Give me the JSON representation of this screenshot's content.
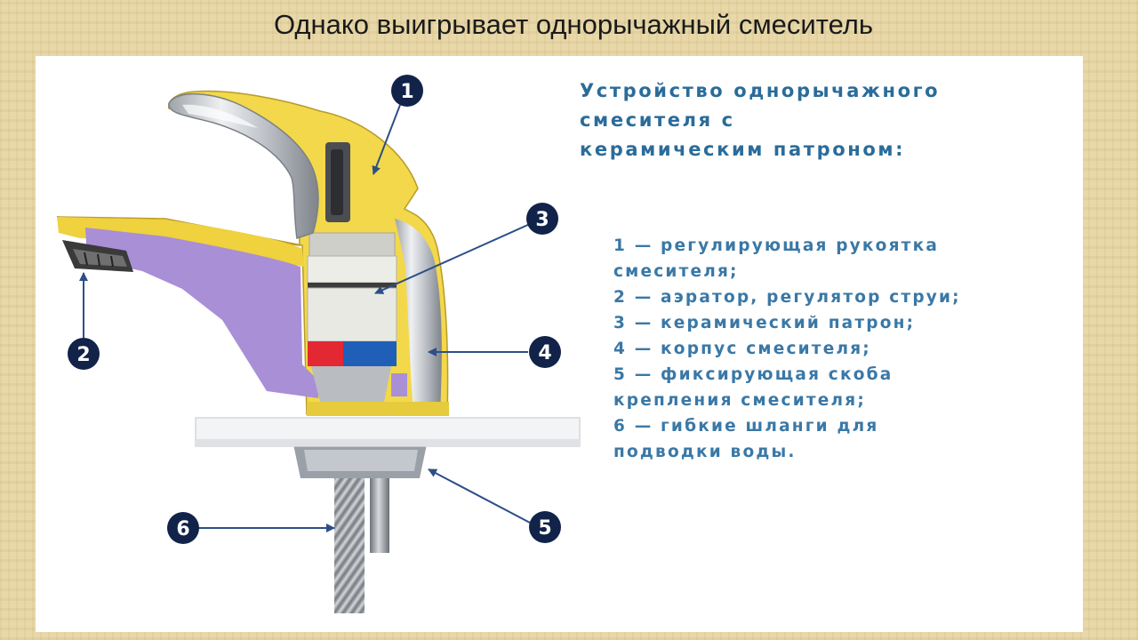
{
  "slide_title": "Однако выигрывает однорычажный смеситель",
  "heading_lines": [
    "Устройство однорычажного",
    "смесителя с",
    "керамическим патроном:"
  ],
  "legend_lines": [
    "1 — регулирующая рукоятка",
    "смесителя;",
    "2 — аэратор, регулятор струи;",
    "3 — керамический патрон;",
    "4 — корпус смесителя;",
    "5 — фиксирующая скоба",
    "крепления смесителя;",
    "6 — гибкие шланги для",
    "подводки воды."
  ],
  "callouts": [
    "1",
    "2",
    "3",
    "4",
    "5",
    "6"
  ],
  "colors": {
    "body_yellow": "#f2d84a",
    "waterway_purple": "#a98fd6",
    "chrome": "#c9ccd1",
    "cartridge": "#e9e9e4",
    "hot_red": "#e32733",
    "cold_blue": "#1f5fb8",
    "callout_navy": "#12234a",
    "text_blue": "#2a6c9a"
  }
}
